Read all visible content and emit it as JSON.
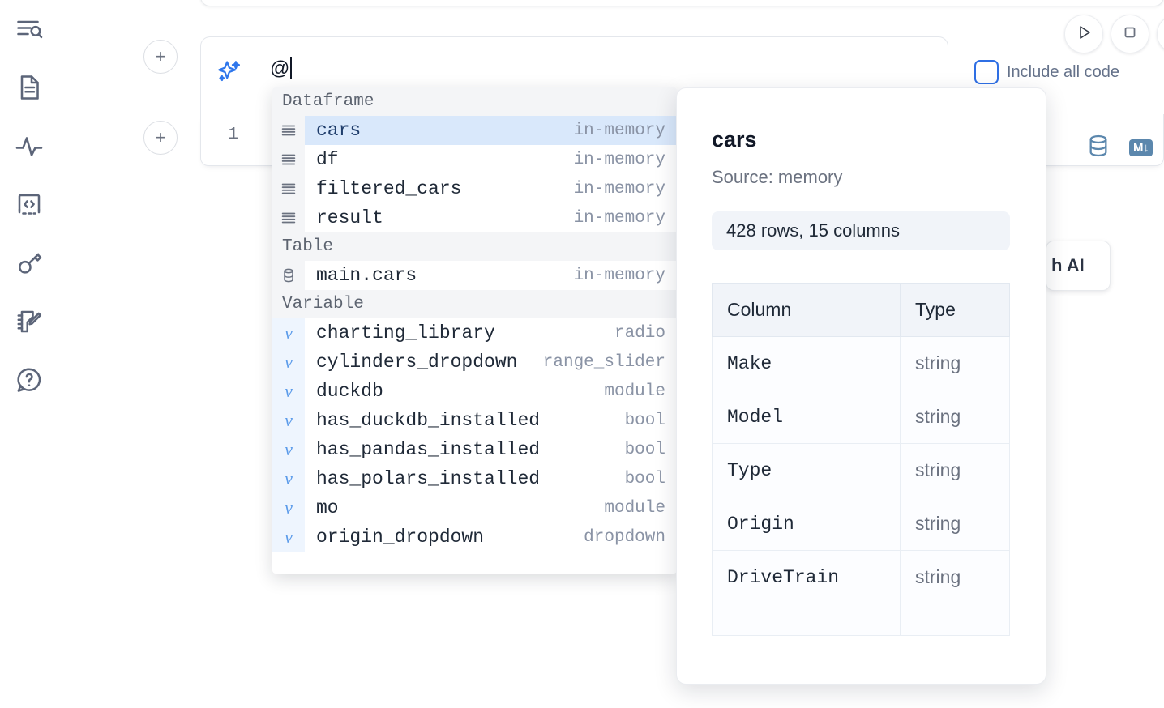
{
  "sidebar": {
    "items": [
      {
        "name": "explore-icon",
        "label": "Explore"
      },
      {
        "name": "document-icon",
        "label": "Document"
      },
      {
        "name": "activity-icon",
        "label": "Activity"
      },
      {
        "name": "code-icon",
        "label": "Code"
      },
      {
        "name": "key-icon",
        "label": "Secrets"
      },
      {
        "name": "notebook-edit-icon",
        "label": "Scratchpad"
      },
      {
        "name": "help-icon",
        "label": "Help"
      }
    ]
  },
  "toolbar": {
    "add_cell_label": "+",
    "run_label": "Run",
    "stop_label": "Stop",
    "more_label": "More",
    "include_all_code_label": "Include all code",
    "include_all_code_checked": false
  },
  "ai_prompt": {
    "value": "@",
    "icon": "sparkle-icon"
  },
  "cell": {
    "line_number": "1",
    "database_icon": "database-icon",
    "markdown_badge": "M↓"
  },
  "floating_button": {
    "label": "h AI"
  },
  "completion": {
    "groups": [
      {
        "label": "Dataframe",
        "icon": "dataframe-icon",
        "items": [
          {
            "name": "cars",
            "kind": "in-memory",
            "selected": true
          },
          {
            "name": "df",
            "kind": "in-memory",
            "selected": false
          },
          {
            "name": "filtered_cars",
            "kind": "in-memory",
            "selected": false
          },
          {
            "name": "result",
            "kind": "in-memory",
            "selected": false
          }
        ]
      },
      {
        "label": "Table",
        "icon": "table-icon",
        "items": [
          {
            "name": "main.cars",
            "kind": "in-memory",
            "selected": false
          }
        ]
      },
      {
        "label": "Variable",
        "icon": "variable-icon",
        "items": [
          {
            "name": "charting_library",
            "kind": "radio",
            "selected": false
          },
          {
            "name": "cylinders_dropdown",
            "kind": "range_slider",
            "selected": false
          },
          {
            "name": "duckdb",
            "kind": "module",
            "selected": false
          },
          {
            "name": "has_duckdb_installed",
            "kind": "bool",
            "selected": false
          },
          {
            "name": "has_pandas_installed",
            "kind": "bool",
            "selected": false
          },
          {
            "name": "has_polars_installed",
            "kind": "bool",
            "selected": false
          },
          {
            "name": "mo",
            "kind": "module",
            "selected": false
          },
          {
            "name": "origin_dropdown",
            "kind": "dropdown",
            "selected": false
          }
        ]
      }
    ]
  },
  "preview": {
    "title": "cars",
    "source": "Source: memory",
    "shape": "428 rows, 15 columns",
    "columns_header": "Column",
    "type_header": "Type",
    "rows": [
      {
        "column": "Make",
        "type": "string"
      },
      {
        "column": "Model",
        "type": "string"
      },
      {
        "column": "Type",
        "type": "string"
      },
      {
        "column": "Origin",
        "type": "string"
      },
      {
        "column": "DriveTrain",
        "type": "string"
      }
    ]
  },
  "colors": {
    "accent_blue": "#2f6fe4",
    "selected_row": "#d9e8fb",
    "group_header_bg": "#f4f5f7",
    "muted_text": "#8a93a5",
    "icon_gray": "#5c6579",
    "md_badge": "#5b87ad"
  }
}
